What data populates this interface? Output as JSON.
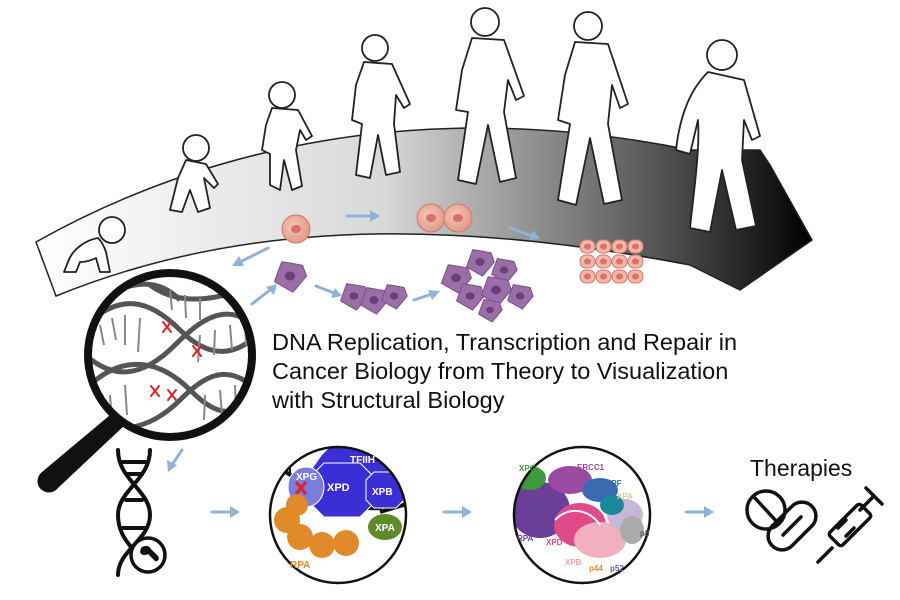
{
  "title_lines": [
    "DNA Replication, Transcription and Repair in",
    "Cancer Biology from Theory to Visualization",
    "with Structural Biology"
  ],
  "therapies_label": "Therapies",
  "complex_labels": {
    "tfiih": "TFIIH",
    "xpg": "XPG",
    "xpd": "XPD",
    "xpb": "XPB",
    "xpa": "XPA",
    "rpa": "RPA"
  },
  "structure_labels": {
    "xpg": "XPG",
    "ercc1": "ERCC1",
    "xpf": "XPF",
    "xpa": "XPA",
    "rpa": "RPA",
    "xpd": "XPD",
    "xpb": "XPB",
    "p44": "p44",
    "p52": "p52",
    "p8": "p8"
  },
  "colors": {
    "arrow": "#8fb3d6",
    "healthy_cell": "#e8a393",
    "healthy_nucleus": "#d9706a",
    "cancer_cell": "#9a6fa8",
    "cancer_nucleus": "#6b3f7d",
    "tfiih": "#3a2fd4",
    "xpg": "#7b7ce0",
    "rpa": "#e08a2a",
    "xpa": "#5f8a2a",
    "dna_mark": "#e02020"
  },
  "icons": [
    "magnifier-icon",
    "dna-wrench-icon",
    "pills-icon",
    "syringe-icon",
    "human-figure-icon"
  ]
}
